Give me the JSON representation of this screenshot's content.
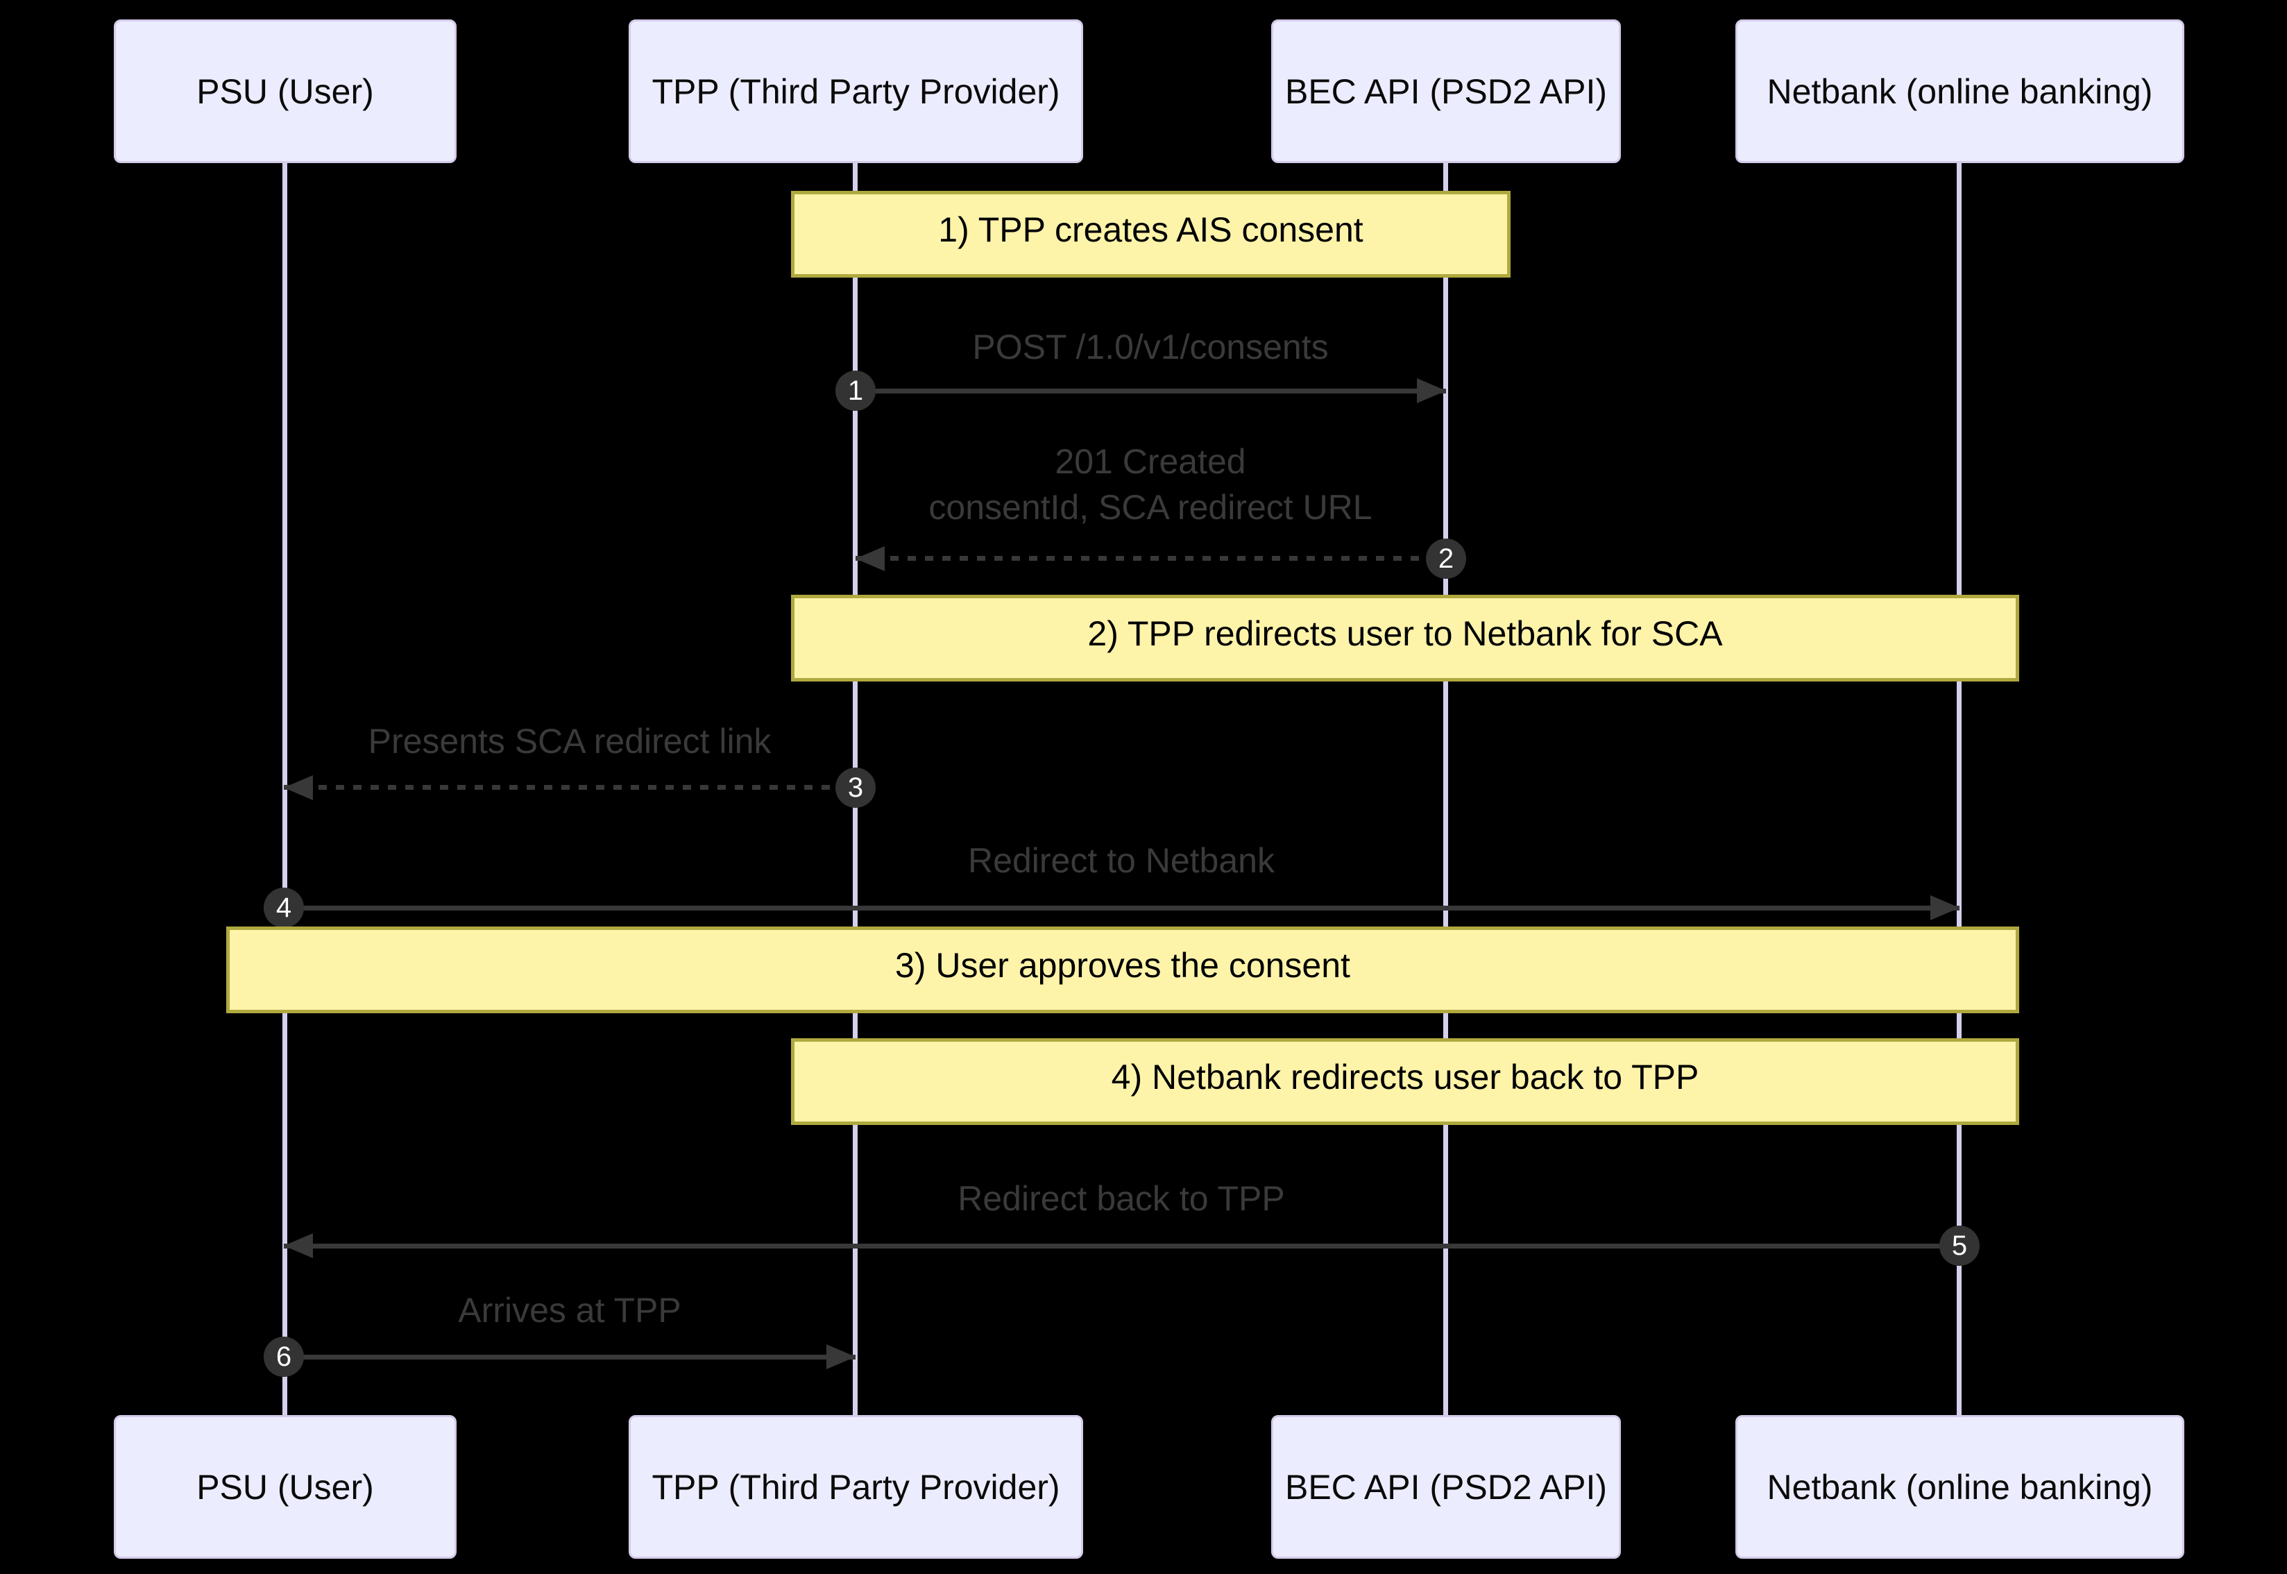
{
  "diagram": {
    "type": "sequence-diagram",
    "colors": {
      "background": "#000000",
      "actor_fill": "#ECECFF",
      "actor_border": "#D5CBE9",
      "lifeline": "#D6CFEE",
      "note_fill": "#FDF3A9",
      "note_border": "#AFA93F",
      "message_text": "#3A3A3A",
      "arrow": "#383838",
      "number_badge_fill": "#333333",
      "number_badge_text": "#FFFFFF"
    },
    "participants": [
      {
        "label": "PSU (User)"
      },
      {
        "label": "TPP (Third Party Provider)"
      },
      {
        "label": "BEC API (PSD2 API)"
      },
      {
        "label": "Netbank (online banking)"
      }
    ],
    "notes": [
      {
        "label": "1) TPP creates AIS consent",
        "over": "TPP, BEC API"
      },
      {
        "label": "2) TPP redirects user to Netbank for SCA",
        "over": "TPP, Netbank"
      },
      {
        "label": "3) User approves the consent",
        "over": "PSU, Netbank"
      },
      {
        "label": "4) Netbank redirects user back to TPP",
        "over": "TPP, Netbank"
      }
    ],
    "messages": [
      {
        "number": "1",
        "label": "POST /1.0/v1/consents",
        "from": "TPP (Third Party Provider)",
        "to": "BEC API (PSD2 API)",
        "style": "solid"
      },
      {
        "number": "2",
        "label": "201 Created\nconsentId, SCA redirect URL",
        "from": "BEC API (PSD2 API)",
        "to": "TPP (Third Party Provider)",
        "style": "dashed"
      },
      {
        "number": "3",
        "label": "Presents SCA redirect link",
        "from": "TPP (Third Party Provider)",
        "to": "PSU (User)",
        "style": "dashed"
      },
      {
        "number": "4",
        "label": "Redirect to Netbank",
        "from": "PSU (User)",
        "to": "Netbank (online banking)",
        "style": "solid"
      },
      {
        "number": "5",
        "label": "Redirect back to TPP",
        "from": "Netbank (online banking)",
        "to": "PSU (User)",
        "style": "solid"
      },
      {
        "number": "6",
        "label": "Arrives at TPP",
        "from": "PSU (User)",
        "to": "TPP (Third Party Provider)",
        "style": "solid"
      }
    ]
  }
}
